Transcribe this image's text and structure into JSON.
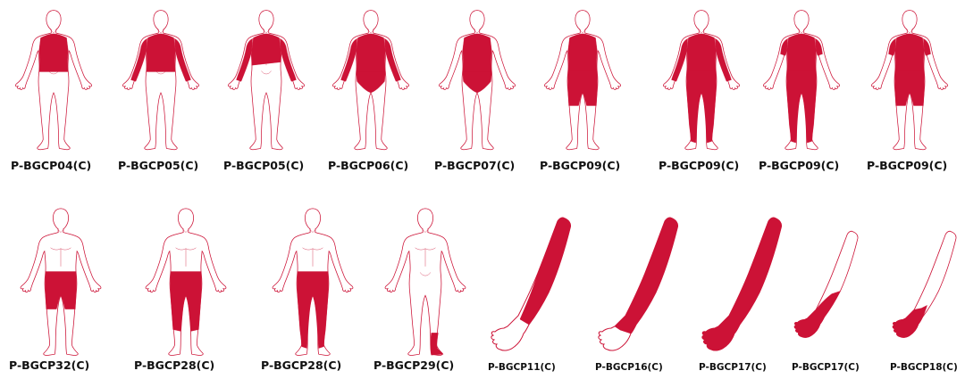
{
  "colors": {
    "fill": "#cc1236",
    "outline": "#cc1236",
    "label": "#111111",
    "background": "#ffffff"
  },
  "row1": [
    {
      "label": "P-BGCP04(C)",
      "coverage": "vest"
    },
    {
      "label": "P-BGCP05(C)",
      "coverage": "long-sleeve-top"
    },
    {
      "label": "P-BGCP05(C)",
      "coverage": "long-sleeve-crop-one-side"
    },
    {
      "label": "P-BGCP06(C)",
      "coverage": "long-sleeve-bodysuit"
    },
    {
      "label": "P-BGCP07(C)",
      "coverage": "sleeveless-bodysuit"
    },
    {
      "label": "P-BGCP09(C)",
      "coverage": "sleeveless-shorts-suit"
    },
    {
      "label": "P-BGCP09(C)",
      "coverage": "full-body-suit"
    },
    {
      "label": "P-BGCP09(C)",
      "coverage": "short-sleeve-full-length-suit"
    },
    {
      "label": "P-BGCP09(C)",
      "coverage": "short-sleeve-shorts-suit"
    }
  ],
  "row2_body": [
    {
      "label": "P-BGCP32(C)",
      "coverage": "shorts"
    },
    {
      "label": "P-BGCP28(C)",
      "coverage": "capri"
    },
    {
      "label": "P-BGCP28(C)",
      "coverage": "full-leggings"
    },
    {
      "label": "P-BGCP29(C)",
      "coverage": "ankle-sleeve"
    }
  ],
  "row2_arm": [
    {
      "label": "P-BGCP11(C)",
      "coverage": "arm-sleeve"
    },
    {
      "label": "P-BGCP16(C)",
      "coverage": "arm-sleeve-gauntlet"
    },
    {
      "label": "P-BGCP17(C)",
      "coverage": "arm-sleeve-glove"
    },
    {
      "label": "P-BGCP17(C)",
      "coverage": "forearm-glove"
    },
    {
      "label": "P-BGCP18(C)",
      "coverage": "wrist-glove"
    }
  ]
}
